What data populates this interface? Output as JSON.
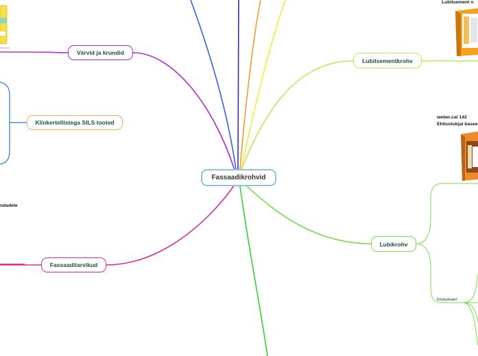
{
  "mindmap": {
    "central": "Fassaadikrohvid",
    "branches": {
      "varvid": "Värvid ja krundid",
      "klinker": "Klinkertellistega SILS tooted",
      "fassaad": "Fassaaditarvikud",
      "lubitsement": "Lubitsementkrohv",
      "lubikrohv": "Lubikrohv"
    },
    "labels": {
      "lubitsement_top": "Lubitsement n",
      "weber_title": "weber.cal 142",
      "weber_subtitle": "Ehituslubjal basee",
      "left_fragment": "ndadele",
      "ehitusaasta": "Ehutuskaart"
    }
  },
  "colors": {
    "central_border": "#8ec5de",
    "varvid": "#a72bd6",
    "klinker": "#f2b25b",
    "klinker_frame": "#2f79c9",
    "fassaad": "#d82ea1",
    "lubitsement": "#b9e85f",
    "lubikrohv": "#77de45",
    "blue_line": "#2f63d8",
    "navy_line": "#3d2bb8",
    "orange_line": "#f39a2a",
    "yellow_line": "#f2ea3a",
    "green_line": "#2fd42f"
  }
}
